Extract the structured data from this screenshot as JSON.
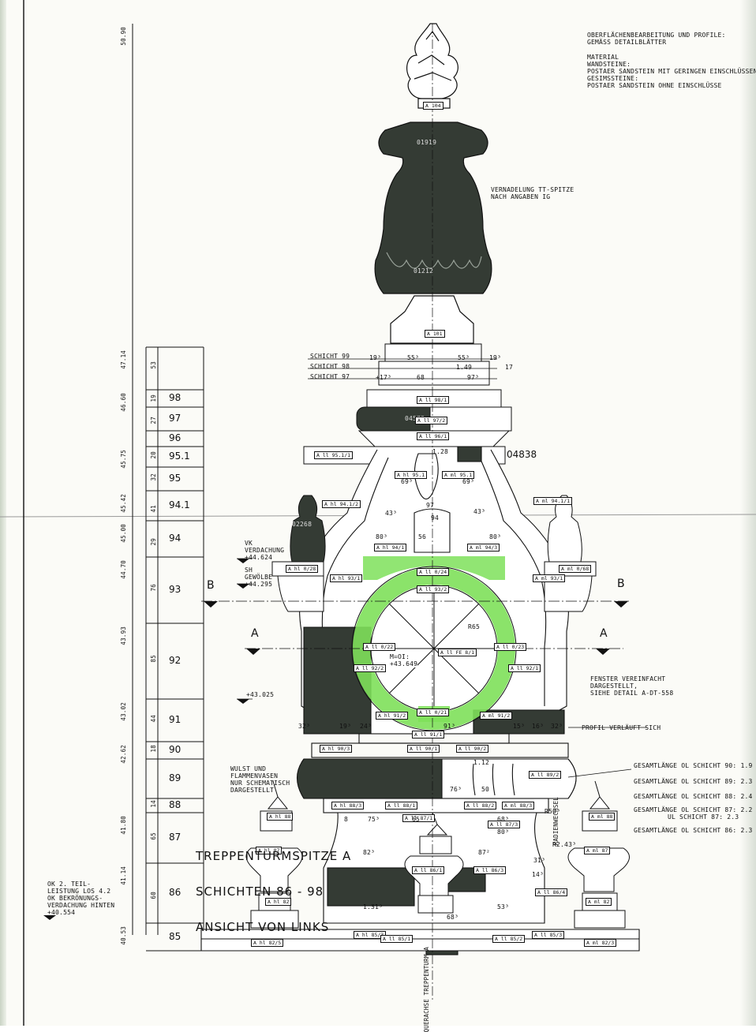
{
  "notes": {
    "surface": [
      "OBERFLÄCHENBEARBEITUNG UND PROFILE:",
      "GEMÄSS DETAILBLÄTTER"
    ],
    "material": [
      "MATERIAL",
      "WANDSTEINE:",
      "POSTAER SANDSTEIN MIT GERINGEN EINSCHLÜSSEN",
      "GESIMSSTEINE:",
      "POSTAER SANDSTEIN OHNE EINSCHLÜSSE"
    ],
    "vernadelung": [
      "VERNADELUNG TT-SPITZE",
      "NACH ANGABEN IG"
    ],
    "fenster": [
      "FENSTER VEREINFACHT",
      "DARGESTELLT,",
      "SIEHE DETAIL A-DT-558"
    ],
    "profil": "PROFIL VERLÄUFT SICH",
    "wulst": [
      "WULST UND",
      "FLAMMENVASEN",
      "NUR SCHEMATISCH",
      "DARGESTELLT"
    ],
    "vk": [
      "VK",
      "VERDACHUNG",
      "+44.624"
    ],
    "sh": [
      "SH",
      "GEWÖLBE",
      "+44.295"
    ],
    "level_43025": "+43.025",
    "m_point": [
      "M=OI:",
      "+43.649"
    ],
    "ok": [
      "OK 2. TEIL-",
      "LEISTUNG LOS 4.2",
      "OK BEKRÖNUNGS-",
      "VERDACHUNG HINTEN",
      "+40.554"
    ],
    "querachse": "QUERACHSE TREPPENTURM A",
    "stones": [
      "04838",
      "04573",
      "02268",
      "01919",
      "01212"
    ],
    "section_b": "B",
    "section_a": "A"
  },
  "schichten": [
    "SCHICHT 99",
    "SCHICHT 98",
    "SCHICHT 97"
  ],
  "gesamtlaenge": [
    "GESAMTLÄNGE OL SCHICHT 90: 1.9",
    "GESAMTLÄNGE OL SCHICHT 89: 2.3",
    "GESAMTLÄNGE OL SCHICHT 88: 2.4",
    "GESAMTLÄNGE OL SCHICHT 87: 2.2",
    "UL SCHICHT 87: 2.3",
    "GESAMTLÄNGE OL SCHICHT 86: 2.3"
  ],
  "layers": [
    "98",
    "97",
    "96",
    "95.1",
    "95",
    "94.1",
    "94",
    "93",
    "92",
    "91",
    "90",
    "89",
    "88",
    "87",
    "86",
    "85"
  ],
  "elevations": [
    "50.90",
    "47.14",
    "46.60",
    "45.75",
    "45.42",
    "45.00",
    "44.70",
    "43.93",
    "43.02",
    "42.62",
    "41.80",
    "41.14",
    "40.53"
  ],
  "heights": [
    "53",
    "19",
    "27",
    "20",
    "32",
    "41",
    "29",
    "76",
    "85",
    "44",
    "18",
    "14",
    "65",
    "60"
  ],
  "tags": [
    "A 104",
    "A 101",
    "A ll 98/1",
    "A ll 97/2",
    "A ll 96/1",
    "A ll 95.1/1",
    "A hl 95.1",
    "A ml 95.1",
    "A hl 94.1/2",
    "A ml 94.1/1",
    "A hl 94/1",
    "A ml 94/3",
    "A ll 0/24",
    "A ll 93/2",
    "A hl 0/28",
    "A ml 0/68",
    "A hl 93/1",
    "A ml 93/1",
    "A ll 0/22",
    "A ll 0/23",
    "A ll 0/21",
    "A ll FE 8/1",
    "A hl 91/2",
    "A ml 91/2",
    "A ll 91/1",
    "A hl 90/3",
    "A ll 90/1",
    "A ll 90/2",
    "A ll 89/2",
    "A hl 88/3",
    "A ll 88/1",
    "A ll 88/2",
    "A ml 88/3",
    "A ll 87/1",
    "A ll 87/3",
    "A hl 87",
    "A ml 87",
    "A ll 86/1",
    "A ll 86/3",
    "A hl 82",
    "A ml 82",
    "A hl 88",
    "A ml 88",
    "A ll 86/4",
    "A hl 82/5",
    "A hl 85/3",
    "A ll 85/1",
    "A ll 85/2",
    "A ll 85/3",
    "A ml 82/3",
    "A ll 92/1",
    "A ll 92/2"
  ],
  "dims": [
    "19³",
    "55³",
    "55³",
    "19³",
    "1.49",
    "17",
    "+17³",
    "68",
    "97³",
    "1.28",
    "69³",
    "69³",
    "43³",
    "80³",
    "56",
    "80³",
    "R65",
    "32³",
    "19³",
    "24³",
    "91³",
    "15³",
    "16³",
    "32³",
    "1.12",
    "76³",
    "50",
    "75³",
    "65",
    "68³",
    "82³",
    "87²",
    "80³",
    "R2.43³",
    "14³",
    "1.31³",
    "53³",
    "68³",
    "R50³",
    "31³",
    "97",
    "43³",
    "94",
    "8"
  ],
  "radial": "RADIENWECHSEL",
  "title": [
    "TREPPENTURMSPITZE A",
    "SCHICHTEN 86 - 98",
    "ANSICHT VON LINKS"
  ]
}
